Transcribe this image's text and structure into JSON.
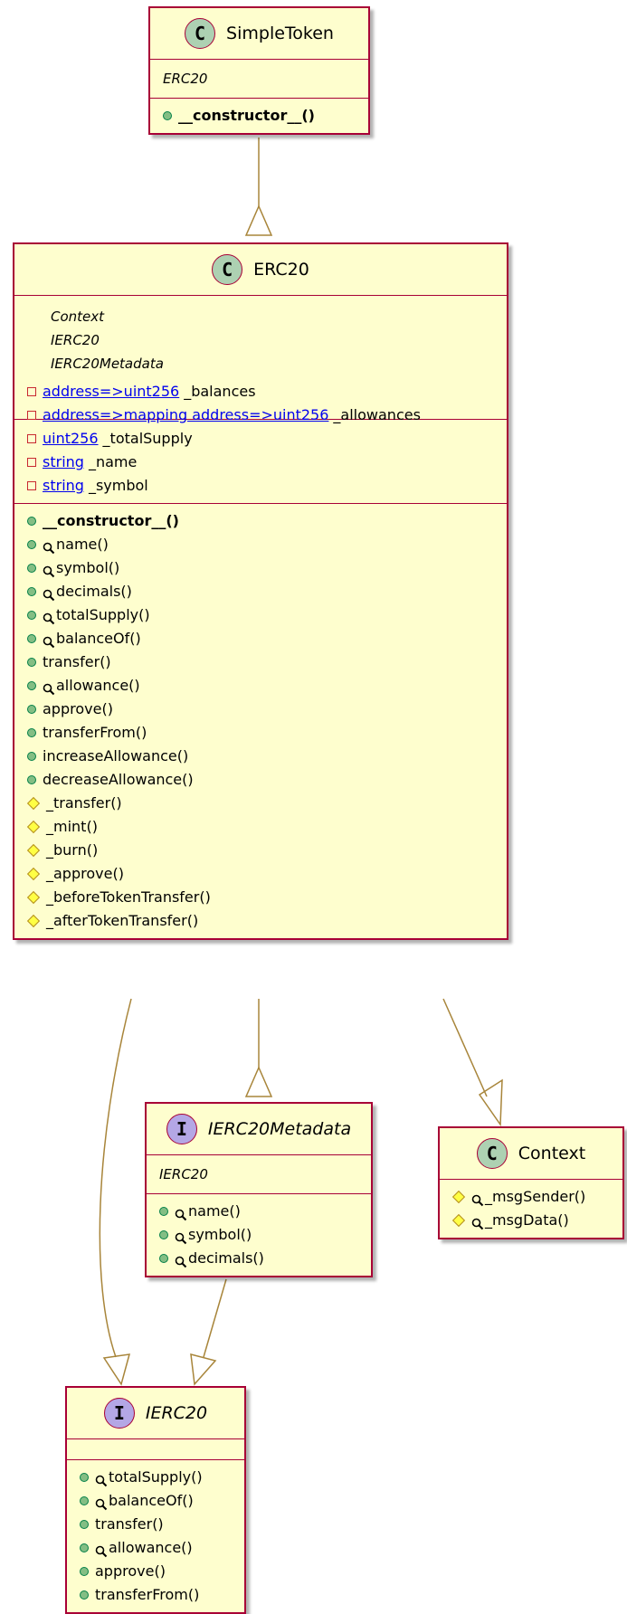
{
  "colors": {
    "class_fill": "#FEFECE",
    "class_border": "#A80036",
    "arrow": "#A8853A",
    "class_badge": "#ADD1B2",
    "interface_badge": "#B4A7E5",
    "link": "#0000EE"
  },
  "classes": {
    "simpletoken": {
      "badge": "C",
      "name": "SimpleToken",
      "extends": [
        "ERC20"
      ],
      "methods": [
        {
          "vis": "public",
          "text": "__constructor__()",
          "view": false,
          "bold": true
        }
      ]
    },
    "erc20": {
      "badge": "C",
      "name": "ERC20",
      "extends": [
        "Context",
        "IERC20",
        "IERC20Metadata"
      ],
      "fields": [
        {
          "vis": "private",
          "type": "address=>uint256",
          "name": "_balances"
        },
        {
          "vis": "private",
          "type": "address=>mapping address=>uint256",
          "name": "_allowances"
        },
        {
          "vis": "private",
          "type": "uint256",
          "name": "_totalSupply"
        },
        {
          "vis": "private",
          "type": "string",
          "name": "_name"
        },
        {
          "vis": "private",
          "type": "string",
          "name": "_symbol"
        }
      ],
      "methods": [
        {
          "vis": "public",
          "text": "__constructor__()",
          "view": false,
          "bold": true
        },
        {
          "vis": "public",
          "text": "name()",
          "view": true
        },
        {
          "vis": "public",
          "text": "symbol()",
          "view": true
        },
        {
          "vis": "public",
          "text": "decimals()",
          "view": true
        },
        {
          "vis": "public",
          "text": "totalSupply()",
          "view": true
        },
        {
          "vis": "public",
          "text": "balanceOf()",
          "view": true
        },
        {
          "vis": "public",
          "text": "transfer()",
          "view": false
        },
        {
          "vis": "public",
          "text": "allowance()",
          "view": true
        },
        {
          "vis": "public",
          "text": "approve()",
          "view": false
        },
        {
          "vis": "public",
          "text": "transferFrom()",
          "view": false
        },
        {
          "vis": "public",
          "text": "increaseAllowance()",
          "view": false
        },
        {
          "vis": "public",
          "text": "decreaseAllowance()",
          "view": false
        },
        {
          "vis": "protected",
          "text": "_transfer()",
          "view": false
        },
        {
          "vis": "protected",
          "text": "_mint()",
          "view": false
        },
        {
          "vis": "protected",
          "text": "_burn()",
          "view": false
        },
        {
          "vis": "protected",
          "text": "_approve()",
          "view": false
        },
        {
          "vis": "protected",
          "text": "_beforeTokenTransfer()",
          "view": false
        },
        {
          "vis": "protected",
          "text": "_afterTokenTransfer()",
          "view": false
        }
      ]
    },
    "ierc20metadata": {
      "badge": "I",
      "name": "IERC20Metadata",
      "extends": [
        "IERC20"
      ],
      "methods": [
        {
          "vis": "public",
          "text": "name()",
          "view": true
        },
        {
          "vis": "public",
          "text": "symbol()",
          "view": true
        },
        {
          "vis": "public",
          "text": "decimals()",
          "view": true
        }
      ]
    },
    "context": {
      "badge": "C",
      "name": "Context",
      "methods": [
        {
          "vis": "protected",
          "text": "_msgSender()",
          "view": true
        },
        {
          "vis": "protected",
          "text": "_msgData()",
          "view": true
        }
      ]
    },
    "ierc20": {
      "badge": "I",
      "name": "IERC20",
      "methods": [
        {
          "vis": "public",
          "text": "totalSupply()",
          "view": true
        },
        {
          "vis": "public",
          "text": "balanceOf()",
          "view": true
        },
        {
          "vis": "public",
          "text": "transfer()",
          "view": false
        },
        {
          "vis": "public",
          "text": "allowance()",
          "view": true
        },
        {
          "vis": "public",
          "text": "approve()",
          "view": false
        },
        {
          "vis": "public",
          "text": "transferFrom()",
          "view": false
        }
      ]
    }
  }
}
